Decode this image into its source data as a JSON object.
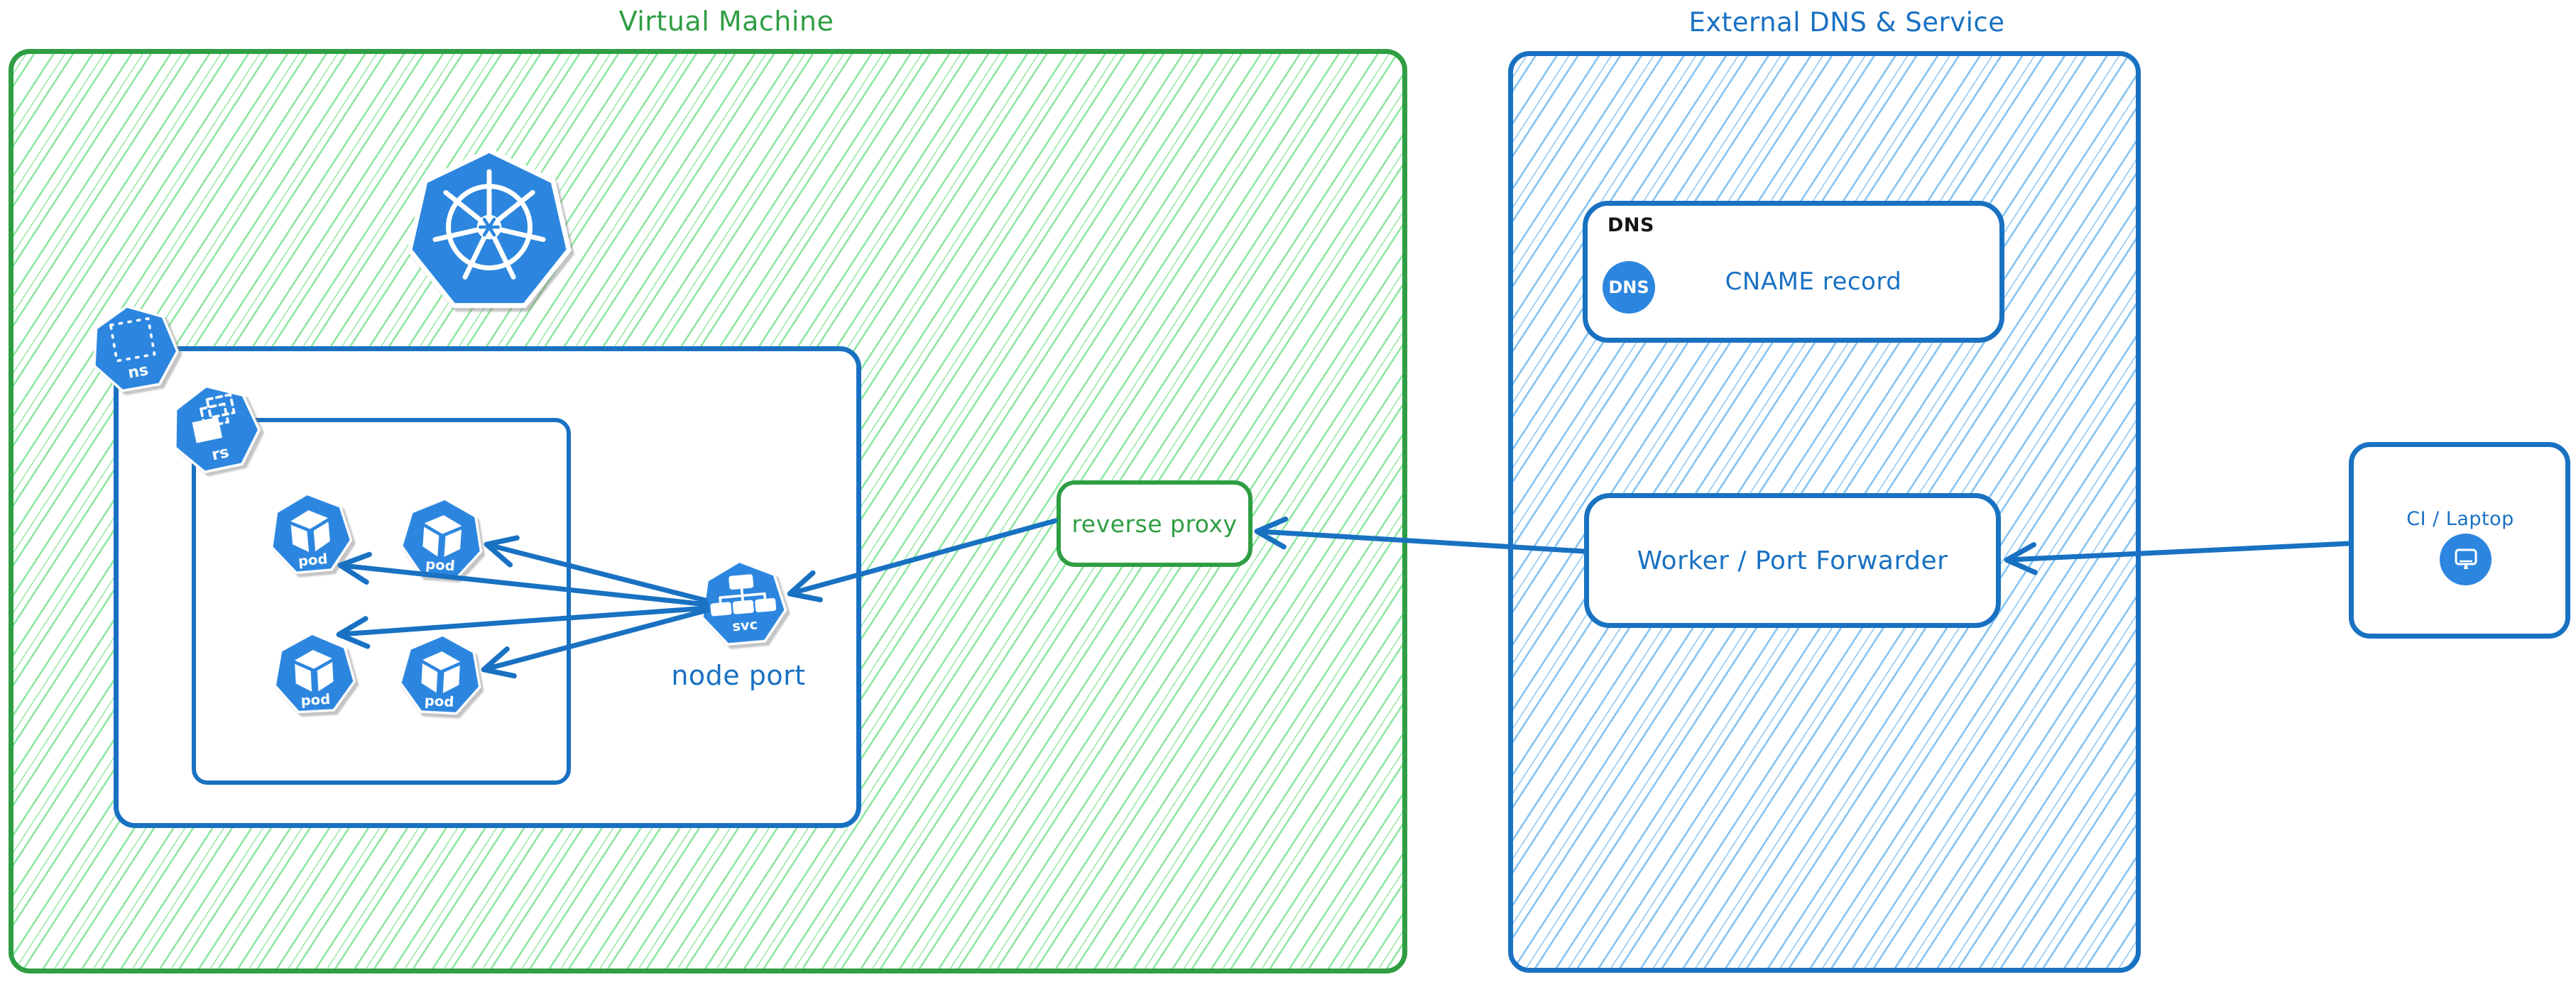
{
  "colors": {
    "green": "#2f9e44",
    "green_hatch": "#8fe7a1",
    "blue": "#1971c2",
    "blue_hatch": "#85c3f2",
    "icon_blue": "#2c86df",
    "ink": "#141414"
  },
  "vm_panel": {
    "title": "Virtual Machine",
    "reverse_proxy_label": "reverse proxy",
    "node_port_label": "node port",
    "icon_labels": {
      "ns": "ns",
      "rs": "rs",
      "pod": "pod",
      "svc": "svc"
    }
  },
  "dns_panel": {
    "title": "External DNS & Service",
    "cname_box": {
      "tag": "DNS",
      "icon_text": "DNS",
      "label": "CNAME record"
    },
    "worker_box": {
      "label": "Worker / Port Forwarder"
    }
  },
  "ci_box": {
    "label": "CI / Laptop"
  }
}
